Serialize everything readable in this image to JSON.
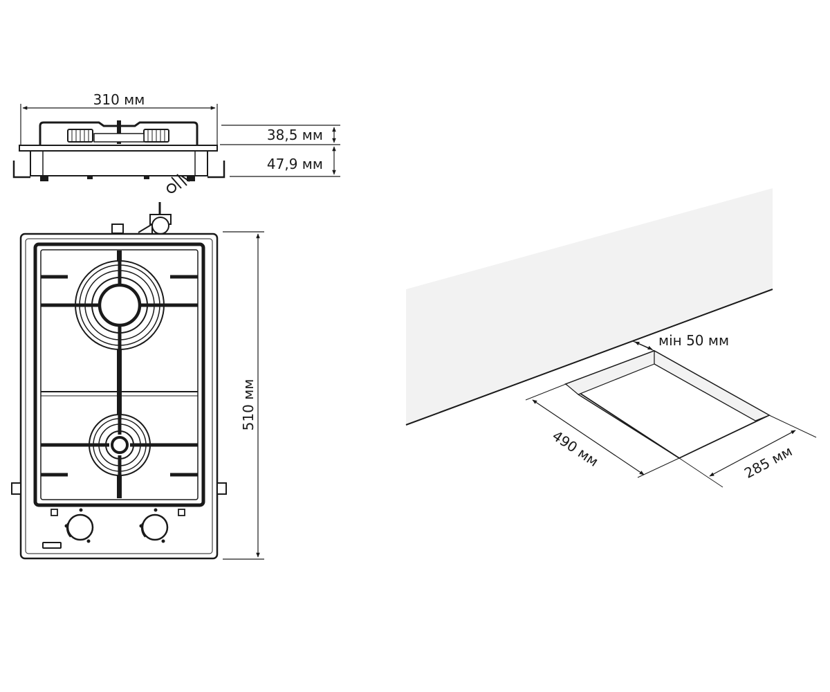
{
  "front_view": {
    "width_label": "310 мм",
    "grate_height_label": "38,5 мм",
    "body_height_label": "47,9 мм"
  },
  "top_view": {
    "length_label": "510 мм"
  },
  "cutout": {
    "wall_gap_label": "мін 50 мм",
    "length_label": "490 мм",
    "width_label": "285 мм"
  },
  "colors": {
    "line": "#1a1a1a",
    "wall": "#f2f2f2",
    "background": "#ffffff"
  }
}
